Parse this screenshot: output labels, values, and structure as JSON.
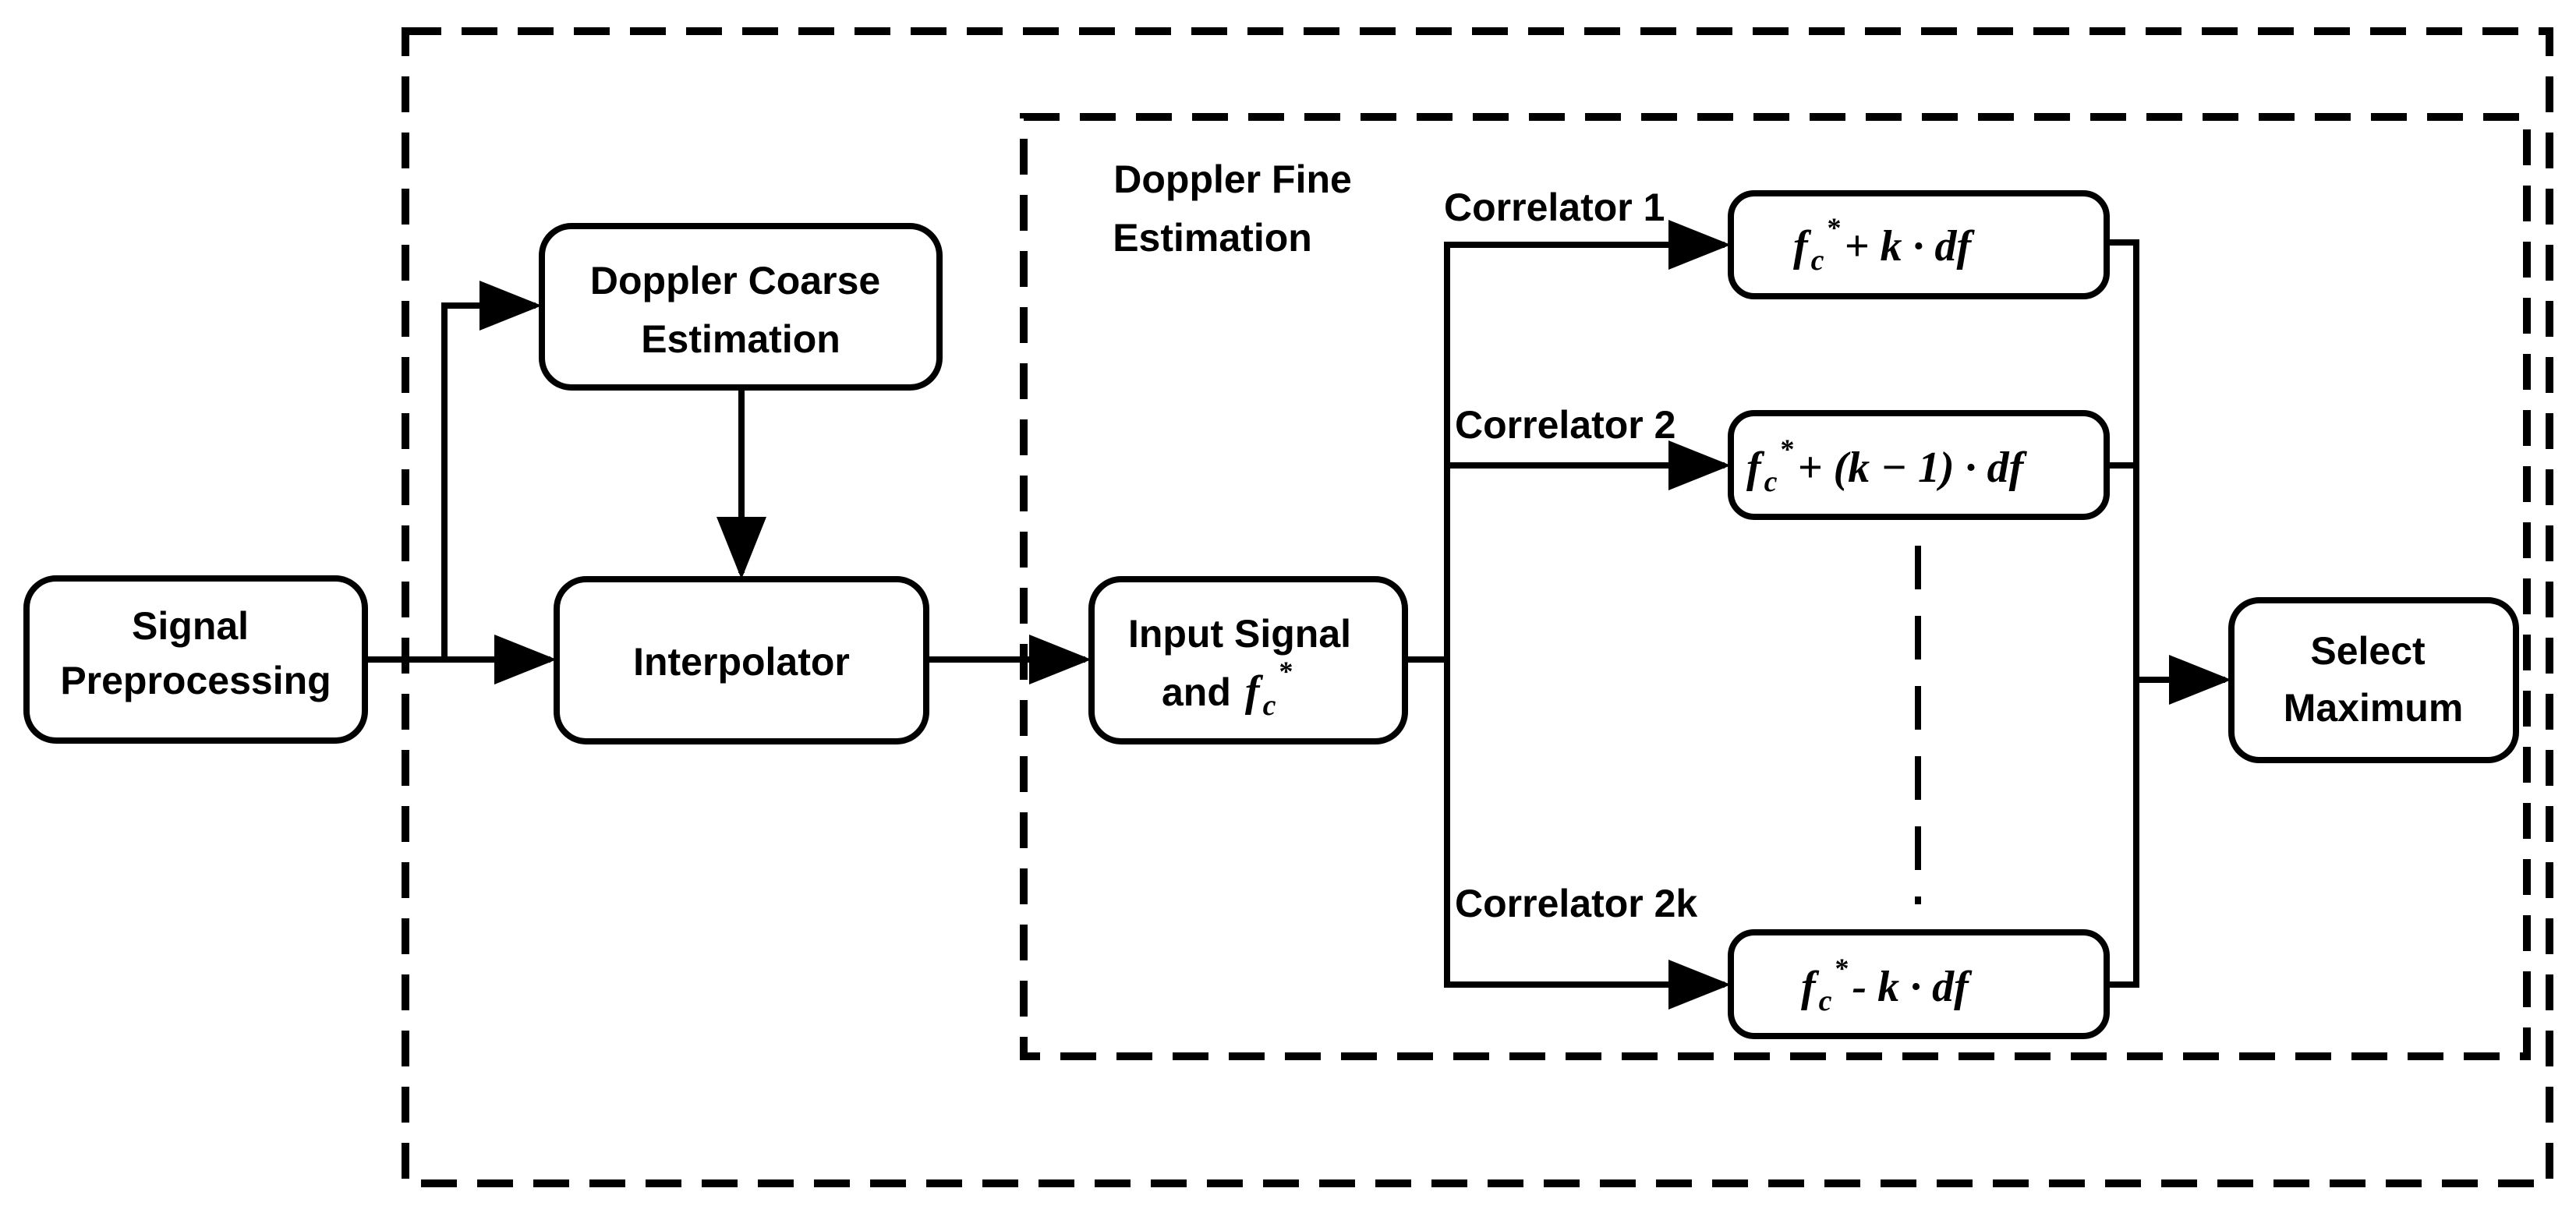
{
  "colors": {
    "stroke": "#000000",
    "background": "#ffffff"
  },
  "blocks": {
    "signal_preprocessing": {
      "line1": "Signal",
      "line2": "Preprocessing"
    },
    "coarse_estimation": {
      "line1": "Doppler Coarse",
      "line2": "Estimation"
    },
    "interpolator": {
      "label": "Interpolator"
    },
    "input_signal": {
      "line1": "Input Signal",
      "line2_text": "and",
      "var": "f",
      "sub": "c",
      "sup": "*"
    },
    "select_maximum": {
      "line1": "Select",
      "line2": "Maximum"
    }
  },
  "fine_estimation": {
    "line1": "Doppler Fine",
    "line2": "Estimation"
  },
  "correlators": [
    {
      "label": "Correlator 1",
      "var": "f",
      "sub": "c",
      "sup": "*",
      "expr": "+ k · df"
    },
    {
      "label": "Correlator 2",
      "var": "f",
      "sub": "c",
      "sup": "*",
      "expr": "+ (k − 1) · df"
    },
    {
      "label": "Correlator 2k",
      "var": "f",
      "sub": "c",
      "sup": "*",
      "expr": "- k · df"
    }
  ]
}
